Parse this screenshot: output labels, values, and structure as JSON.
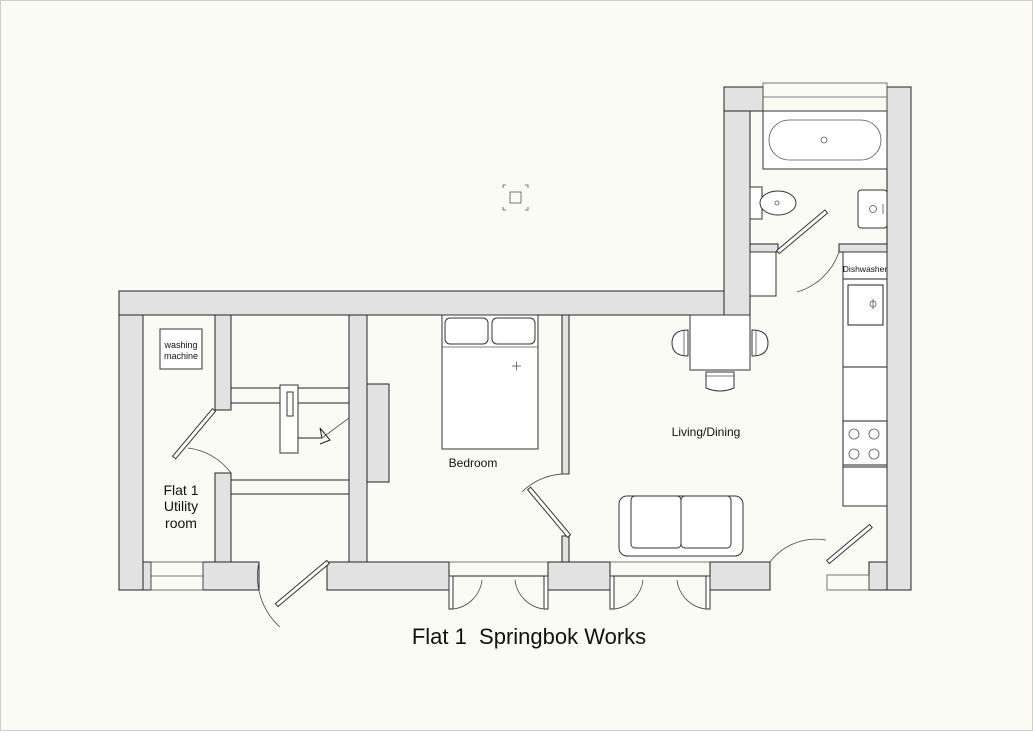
{
  "plan": {
    "title": "Flat 1  Springbok Works",
    "rooms": {
      "utility_line1": "Flat 1",
      "utility_line2": "Utility",
      "utility_line3": "room",
      "bedroom": "Bedroom",
      "living": "Living/Dining"
    },
    "appliances": {
      "washing_line1": "washing",
      "washing_line2": "machine",
      "dishwasher": "Dishwasher"
    }
  },
  "colors": {
    "page_background": "#fbfbf6",
    "wall_fill": "#e2e2e2",
    "line": "#222222"
  }
}
